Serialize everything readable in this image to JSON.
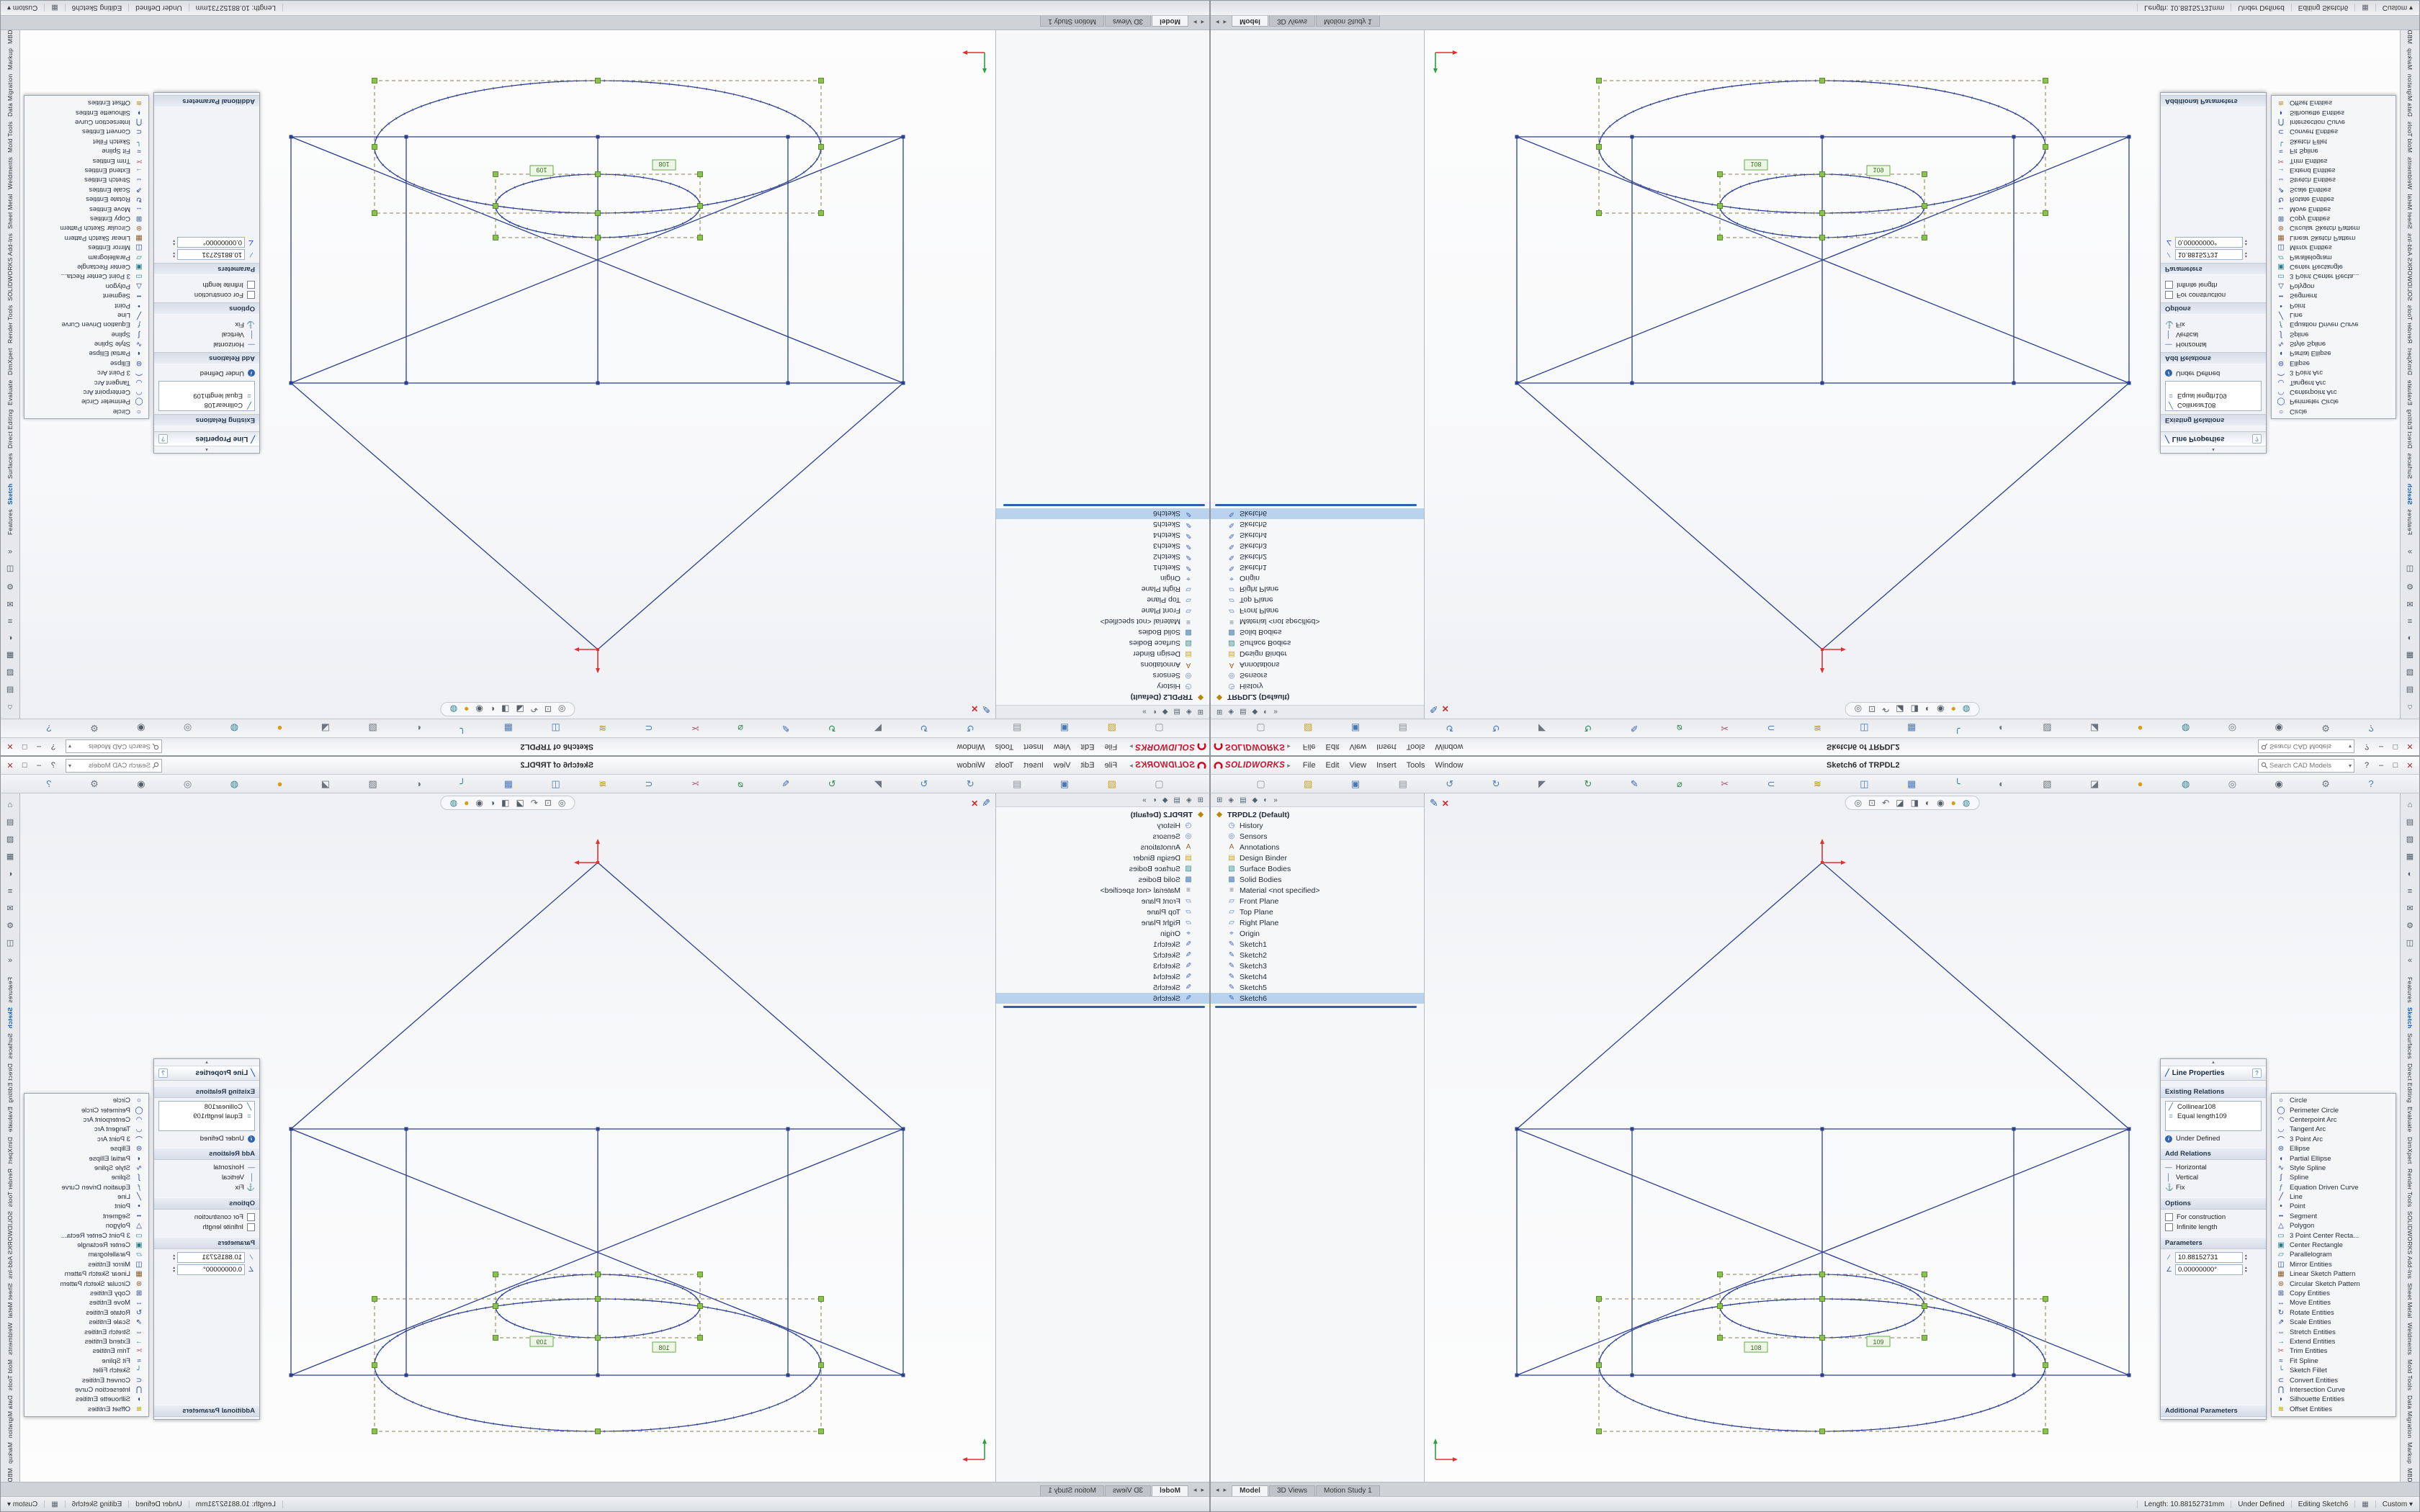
{
  "brand": {
    "name": "SOLIDWORKS",
    "accent": "#c8102e"
  },
  "glyphs": {
    "flyout_arrow": "▸",
    "search_caret": "▾",
    "pm_line": "╱",
    "pm_help": "?",
    "info": "i",
    "confirm_pencil": "✎",
    "confirm_cancel": "✕",
    "spinner": "▴\n▾",
    "tab_prev": "◂",
    "tab_next": "▸",
    "grid": "▦",
    "units_caret": "▾",
    "collapse": "▴"
  },
  "menu": {
    "items": [
      "File",
      "Edit",
      "View",
      "Insert",
      "Tools",
      "Window"
    ]
  },
  "titlebar": {
    "document_title": "Sketch6 of TRPDL2",
    "help": "?",
    "minimize": "–",
    "restore": "□",
    "close": "✕"
  },
  "search": {
    "placeholder": "Search CAD Models"
  },
  "main_toolbar": {
    "icons": [
      {
        "name": "new-file-icon",
        "glyph": "▢",
        "color": "#8a8f98"
      },
      {
        "name": "open-file-icon",
        "glyph": "▨",
        "color": "#c9a227"
      },
      {
        "name": "save-icon",
        "glyph": "▣",
        "color": "#4a7ab5"
      },
      {
        "name": "print-icon",
        "glyph": "▤",
        "color": "#8a8f98"
      },
      {
        "name": "undo-icon",
        "glyph": "↺",
        "color": "#4a7ab5"
      },
      {
        "name": "redo-icon",
        "glyph": "↻",
        "color": "#4a7ab5"
      },
      {
        "name": "select-icon",
        "glyph": "◤",
        "color": "#6d7680"
      },
      {
        "name": "rebuild-icon",
        "glyph": "↻",
        "color": "#2e8b57"
      },
      {
        "name": "sketch-icon",
        "glyph": "✎",
        "color": "#3a63b8"
      },
      {
        "name": "smart-dimension-icon",
        "glyph": "⌀",
        "color": "#2e8b57"
      },
      {
        "name": "trim-entities-icon",
        "glyph": "✂",
        "color": "#b0506e"
      },
      {
        "name": "convert-entities-icon",
        "glyph": "⊂",
        "color": "#4a7ab5"
      },
      {
        "name": "offset-entities-icon",
        "glyph": "≋",
        "color": "#b8860b"
      },
      {
        "name": "mirror-entities-icon",
        "glyph": "◫",
        "color": "#4a7ab5"
      },
      {
        "name": "linear-pattern-icon",
        "glyph": "▦",
        "color": "#4a7ab5"
      },
      {
        "name": "fillet-icon",
        "glyph": "╰",
        "color": "#2a7f8f"
      },
      {
        "name": "display-style-icon",
        "glyph": "◐",
        "color": "#6d7680"
      },
      {
        "name": "view-orientation-icon",
        "glyph": "▧",
        "color": "#6d7680"
      },
      {
        "name": "section-view-icon",
        "glyph": "◪",
        "color": "#6d7680"
      },
      {
        "name": "appearances-icon",
        "glyph": "●",
        "color": "#d4a017"
      },
      {
        "name": "edit-appearance-icon",
        "glyph": "◍",
        "color": "#2a7f8f"
      },
      {
        "name": "zoom-fit-icon",
        "glyph": "◎",
        "color": "#6d7680"
      },
      {
        "name": "hide-show-icon",
        "glyph": "◉",
        "color": "#57606a"
      },
      {
        "name": "options-icon",
        "glyph": "⚙",
        "color": "#6d7680"
      },
      {
        "name": "help-icon",
        "glyph": "?",
        "color": "#4a7ab5"
      }
    ]
  },
  "fm_tabs": {
    "icons": [
      {
        "name": "featuremanager-tree-tab-icon",
        "glyph": "⊞"
      },
      {
        "name": "propertymanager-tab-icon",
        "glyph": "◈"
      },
      {
        "name": "configurationmanager-tab-icon",
        "glyph": "▤"
      },
      {
        "name": "dimxpertmanager-tab-icon",
        "glyph": "◆"
      },
      {
        "name": "displaymanager-tab-icon",
        "glyph": "◐"
      },
      {
        "name": "fm-panes-icon",
        "glyph": "»"
      }
    ]
  },
  "feature_tree": {
    "items": [
      {
        "glyph": "◆",
        "color": "#b8860b",
        "label": "TRPDL2 (Default)",
        "cls": "root"
      },
      {
        "glyph": "◷",
        "color": "#5b7fbd",
        "label": "History"
      },
      {
        "glyph": "◎",
        "color": "#5b7fbd",
        "label": "Sensors"
      },
      {
        "glyph": "A",
        "color": "#9a6b2f",
        "label": "Annotations"
      },
      {
        "glyph": "▤",
        "color": "#c9a227",
        "label": "Design Binder"
      },
      {
        "glyph": "▧",
        "color": "#2e8b8b",
        "label": "Surface Bodies"
      },
      {
        "glyph": "▩",
        "color": "#4a7ab5",
        "label": "Solid Bodies"
      },
      {
        "glyph": "≡",
        "color": "#6d7680",
        "label": "Material <not specified>"
      },
      {
        "glyph": "▱",
        "color": "#4a7ab5",
        "label": "Front Plane"
      },
      {
        "glyph": "▱",
        "color": "#4a7ab5",
        "label": "Top Plane"
      },
      {
        "glyph": "▱",
        "color": "#4a7ab5",
        "label": "Right Plane"
      },
      {
        "glyph": "⌖",
        "color": "#4a7ab5",
        "label": "Origin"
      },
      {
        "glyph": "✎",
        "color": "#3a63b8",
        "label": "Sketch1"
      },
      {
        "glyph": "✎",
        "color": "#3a63b8",
        "label": "Sketch2"
      },
      {
        "glyph": "✎",
        "color": "#3a63b8",
        "label": "Sketch3"
      },
      {
        "glyph": "✎",
        "color": "#3a63b8",
        "label": "Sketch4"
      },
      {
        "glyph": "✎",
        "color": "#3a63b8",
        "label": "Sketch5"
      },
      {
        "glyph": "✎",
        "color": "#3a63b8",
        "label": "Sketch6",
        "cls": "selected"
      }
    ]
  },
  "headsup": {
    "icons": [
      {
        "name": "zoom-fit-icon",
        "glyph": "◎",
        "color": "#57606a"
      },
      {
        "name": "zoom-area-icon",
        "glyph": "⊡",
        "color": "#57606a"
      },
      {
        "name": "previous-view-icon",
        "glyph": "↶",
        "color": "#57606a"
      },
      {
        "name": "section-view-icon",
        "glyph": "◪",
        "color": "#57606a"
      },
      {
        "name": "view-orientation-icon",
        "glyph": "◨",
        "color": "#57606a"
      },
      {
        "name": "display-style-icon",
        "glyph": "◐",
        "color": "#57606a"
      },
      {
        "name": "hide-show-icon",
        "glyph": "◉",
        "color": "#57606a"
      },
      {
        "name": "appearances-icon",
        "glyph": "●",
        "color": "#d4a017"
      },
      {
        "name": "scene-icon",
        "glyph": "◍",
        "color": "#2a7f8f"
      }
    ]
  },
  "viewport": {
    "relation_tags": [
      "108",
      "109"
    ]
  },
  "property_panel": {
    "title": "Line Properties",
    "sections": {
      "existing": "Existing Relations",
      "add": "Add Relations",
      "options": "Options",
      "parameters": "Parameters",
      "additional": "Additional Parameters"
    },
    "relations": [
      {
        "glyph": "╱",
        "label": "Collinear108"
      },
      {
        "glyph": "=",
        "label": "Equal length109"
      }
    ],
    "state_label": "Under Defined",
    "add_relations": [
      {
        "glyph": "—",
        "label": "Horizontal"
      },
      {
        "glyph": "│",
        "label": "Vertical"
      },
      {
        "glyph": "⚓",
        "label": "Fix"
      }
    ],
    "options": [
      {
        "label": "For construction"
      },
      {
        "label": "Infinite length"
      }
    ],
    "parameters": [
      {
        "glyph": "∕",
        "value": "10.88152731"
      },
      {
        "glyph": "∠",
        "value": "0.00000000°"
      }
    ]
  },
  "sketch_tools": {
    "items": [
      {
        "glyph": "○",
        "color": "#26418f",
        "label": "Circle"
      },
      {
        "glyph": "◯",
        "color": "#26418f",
        "label": "Perimeter Circle"
      },
      {
        "glyph": "◠",
        "color": "#26418f",
        "label": "Centerpoint Arc"
      },
      {
        "glyph": "◡",
        "color": "#26418f",
        "label": "Tangent Arc"
      },
      {
        "glyph": "⌒",
        "color": "#26418f",
        "label": "3 Point Arc"
      },
      {
        "glyph": "⊜",
        "color": "#26418f",
        "label": "Ellipse"
      },
      {
        "glyph": "◖",
        "color": "#26418f",
        "label": "Partial Ellipse"
      },
      {
        "glyph": "∿",
        "color": "#26418f",
        "label": "Style Spline"
      },
      {
        "glyph": "∫",
        "color": "#26418f",
        "label": "Spline"
      },
      {
        "glyph": "ƒ",
        "color": "#2a7f8f",
        "label": "Equation Driven Curve"
      },
      {
        "glyph": "╱",
        "color": "#26418f",
        "label": "Line"
      },
      {
        "glyph": "•",
        "color": "#26418f",
        "label": "Point"
      },
      {
        "glyph": "╍",
        "color": "#26418f",
        "label": "Segment"
      },
      {
        "glyph": "△",
        "color": "#26418f",
        "label": "Polygon"
      },
      {
        "glyph": "▭",
        "color": "#2a7f8f",
        "label": "3 Point Center Recta..."
      },
      {
        "glyph": "▣",
        "color": "#2a7f8f",
        "label": "Center Rectangle"
      },
      {
        "glyph": "▱",
        "color": "#2a7f8f",
        "label": "Parallelogram"
      },
      {
        "glyph": "◫",
        "color": "#26418f",
        "label": "Mirror Entities"
      },
      {
        "glyph": "▦",
        "color": "#8a5a2b",
        "label": "Linear Sketch Pattern"
      },
      {
        "glyph": "⊛",
        "color": "#8a5a2b",
        "label": "Circular Sketch Pattern"
      },
      {
        "glyph": "⊞",
        "color": "#26418f",
        "label": "Copy Entities"
      },
      {
        "glyph": "↔",
        "color": "#26418f",
        "label": "Move Entities"
      },
      {
        "glyph": "↻",
        "color": "#26418f",
        "label": "Rotate Entities"
      },
      {
        "glyph": "⇗",
        "color": "#26418f",
        "label": "Scale Entities"
      },
      {
        "glyph": "⇔",
        "color": "#26418f",
        "label": "Stretch Entities"
      },
      {
        "glyph": "→",
        "color": "#2a7f8f",
        "label": "Extend Entities"
      },
      {
        "glyph": "✂",
        "color": "#b0506e",
        "label": "Trim Entities"
      },
      {
        "glyph": "≈",
        "color": "#26418f",
        "label": "Fit Spline"
      },
      {
        "glyph": "╰",
        "color": "#2a7f8f",
        "label": "Sketch Fillet"
      },
      {
        "glyph": "⊂",
        "color": "#26418f",
        "label": "Convert Entities"
      },
      {
        "glyph": "⋂",
        "color": "#26418f",
        "label": "Intersection Curve"
      },
      {
        "glyph": "◗",
        "color": "#26418f",
        "label": "Silhouette Entities"
      },
      {
        "glyph": "≋",
        "color": "#b8860b",
        "label": "Offset Entities"
      }
    ]
  },
  "task_icons": {
    "items": [
      {
        "name": "task-home-icon",
        "glyph": "⌂"
      },
      {
        "name": "design-library-icon",
        "glyph": "▤"
      },
      {
        "name": "file-explorer-icon",
        "glyph": "▨"
      },
      {
        "name": "view-palette-icon",
        "glyph": "▦"
      },
      {
        "name": "appearances-scenes-icon",
        "glyph": "◐"
      },
      {
        "name": "custom-properties-icon",
        "glyph": "≡"
      },
      {
        "name": "solidworks-forum-icon",
        "glyph": "✉"
      },
      {
        "name": "settings-icon",
        "glyph": "⚙"
      },
      {
        "name": "compare-icon",
        "glyph": "◫"
      },
      {
        "name": "collapse-pane-icon",
        "glyph": "«"
      }
    ]
  },
  "side_tabs": {
    "items": [
      {
        "label": "Features"
      },
      {
        "label": "Sketch",
        "cls": "active"
      },
      {
        "label": "Surfaces"
      },
      {
        "label": "Direct Editing"
      },
      {
        "label": "Evaluate"
      },
      {
        "label": "DimXpert"
      },
      {
        "label": "Render Tools"
      },
      {
        "label": "SOLIDWORKS Add-Ins"
      },
      {
        "label": "Sheet Metal"
      },
      {
        "label": "Weldments"
      },
      {
        "label": "Mold Tools"
      },
      {
        "label": "Data Migration"
      },
      {
        "label": "Markup"
      },
      {
        "label": "MBD Dimensions"
      }
    ]
  },
  "doc_tabs": {
    "items": [
      {
        "label": "Model",
        "cls": "active"
      },
      {
        "label": "3D Views"
      },
      {
        "label": "Motion Study 1"
      }
    ]
  },
  "statusbar": {
    "length": "Length: 10.88152731mm",
    "state": "Under Defined",
    "editing": "Editing Sketch6",
    "units": "Custom"
  }
}
